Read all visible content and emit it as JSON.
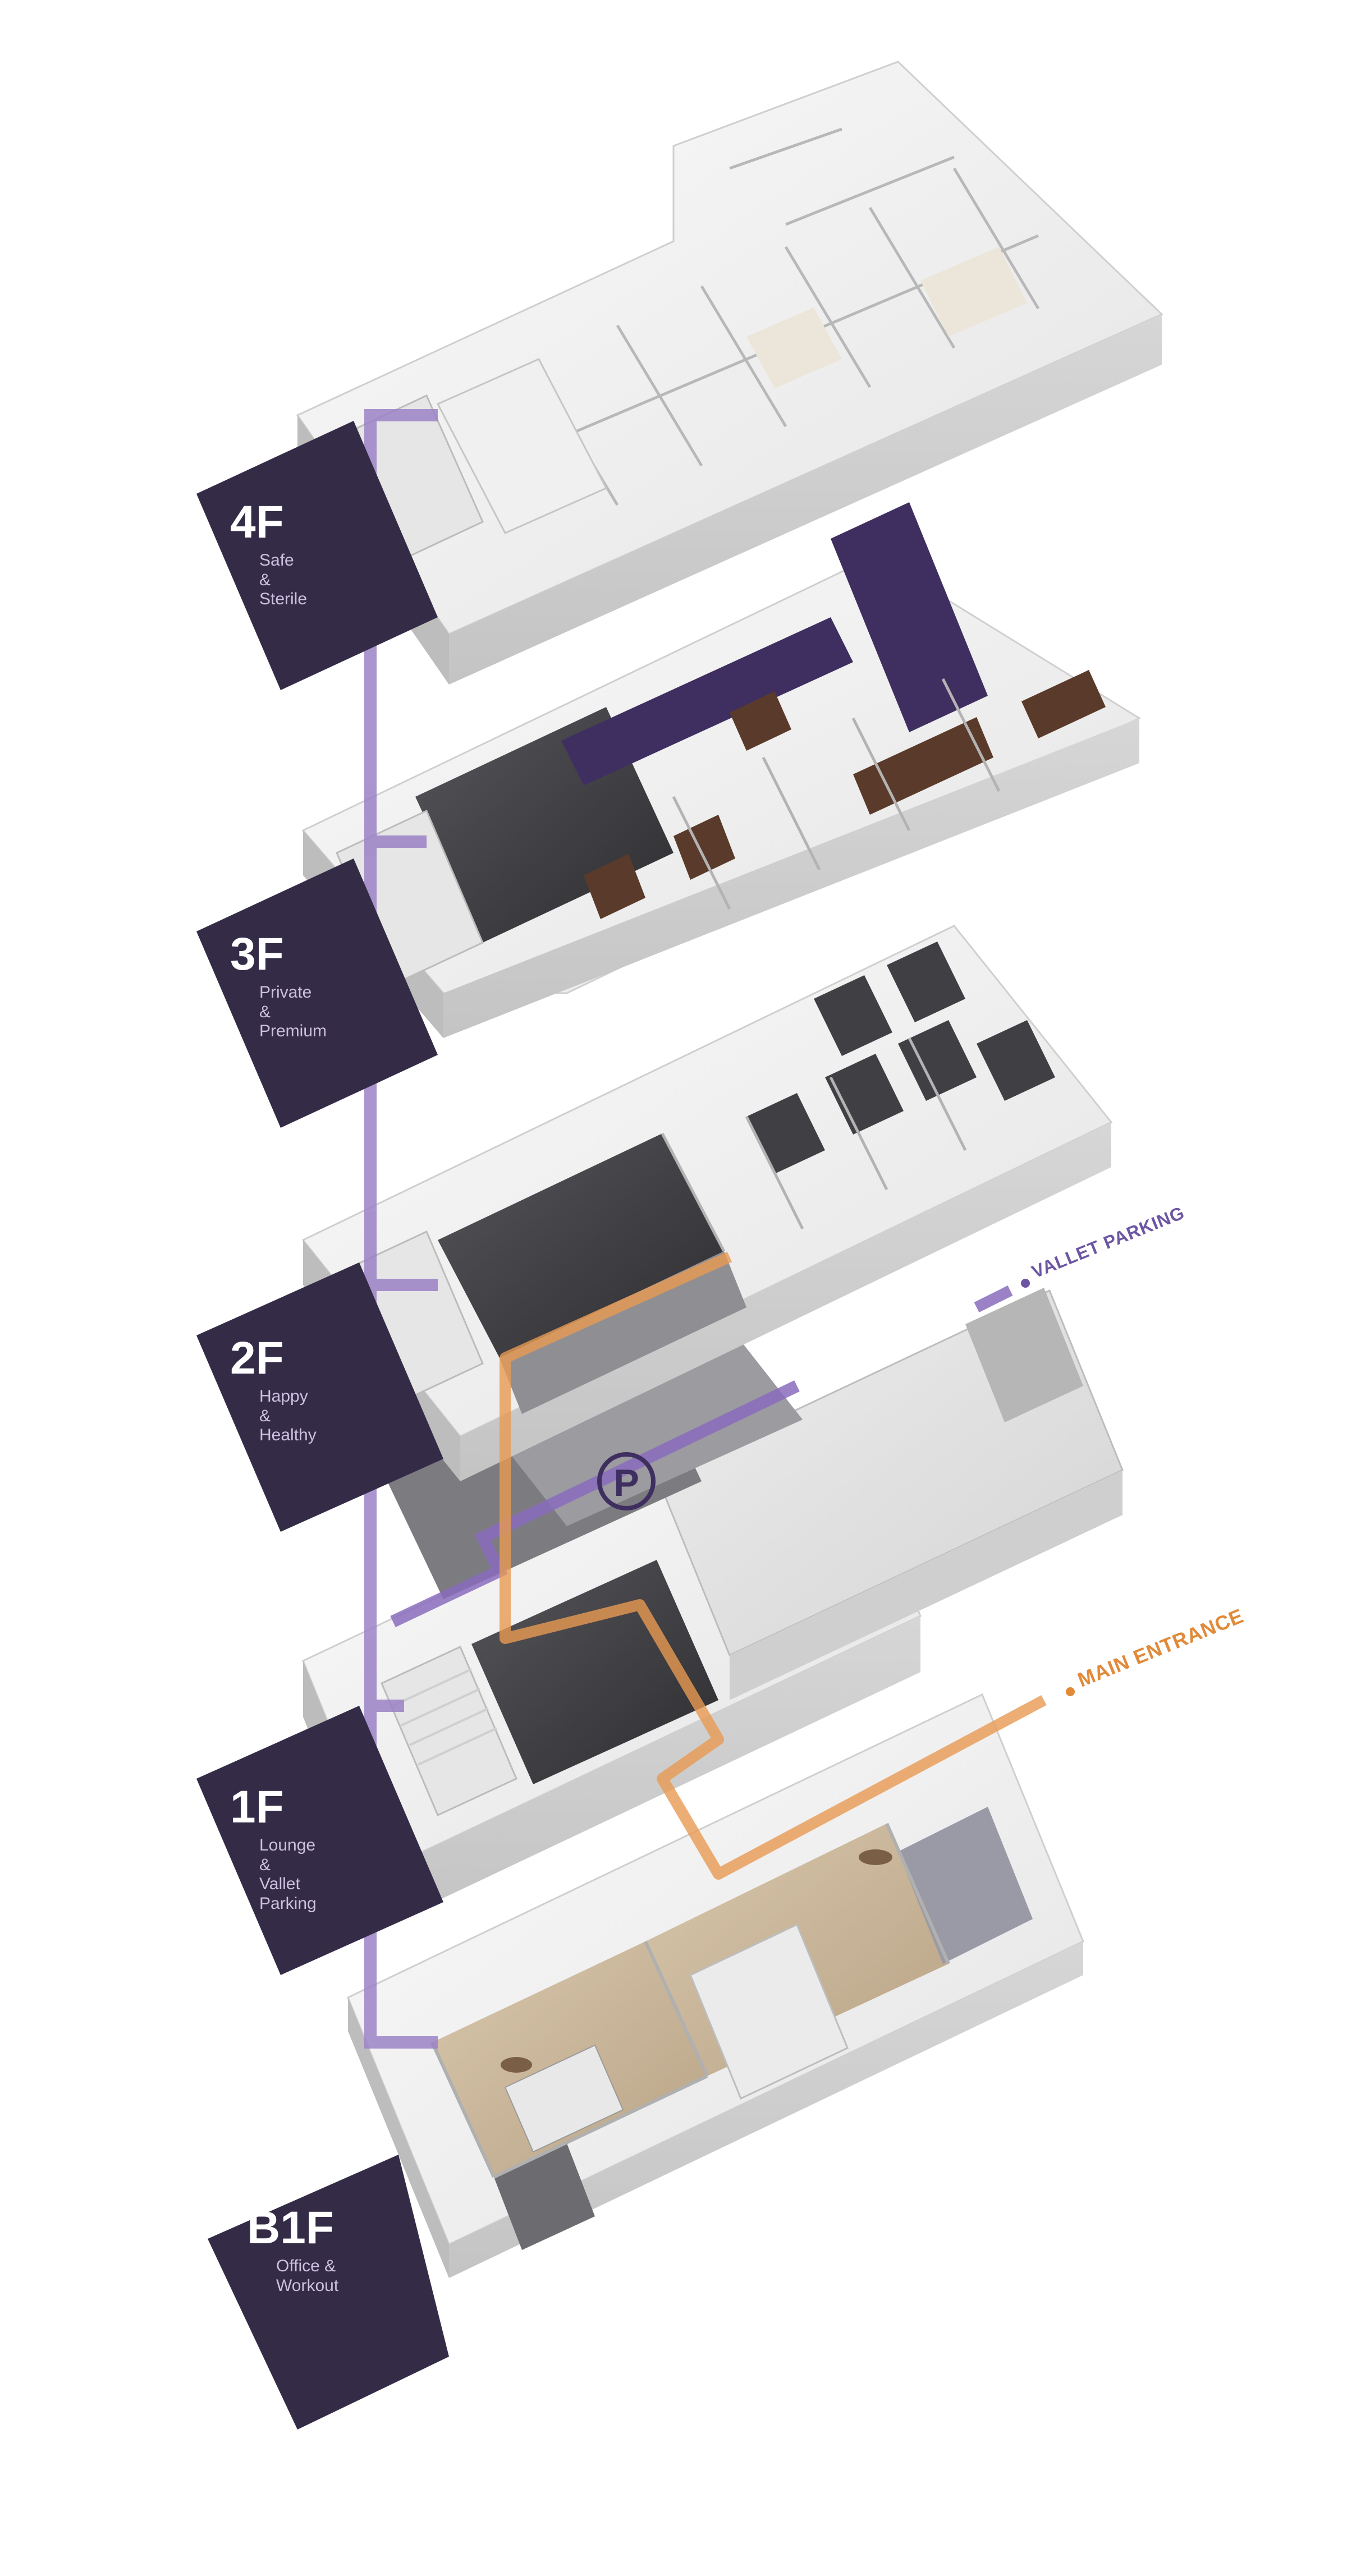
{
  "colors": {
    "label_panel": "#342c47",
    "purple_route": "#9b82c6",
    "orange_route": "#e89a52",
    "wall": "#f3f3f3",
    "wall_shade": "#d9d9d9",
    "wall_dark": "#bcbcbc",
    "accent_purple_wall": "#3f2f60",
    "wood_floor": "#c9b79c",
    "dark_floor": "#3a3a3d",
    "concrete": "#8a8a8e"
  },
  "floors": [
    {
      "code": "4F",
      "description": "Safe &\nSterile"
    },
    {
      "code": "3F",
      "description": "Private &\nPremium"
    },
    {
      "code": "2F",
      "description": "Happy &\nHealthy"
    },
    {
      "code": "1F",
      "description": "Lounge &\nVallet\nParking"
    },
    {
      "code": "B1F",
      "description": "Office &\nWorkout"
    }
  ],
  "callouts": {
    "vallet_parking": "VALLET PARKING",
    "main_entrance": "MAIN ENTRANCE"
  },
  "parking_symbol": "P",
  "icons": [
    "parking-sign-icon",
    "route-dot-icon"
  ]
}
